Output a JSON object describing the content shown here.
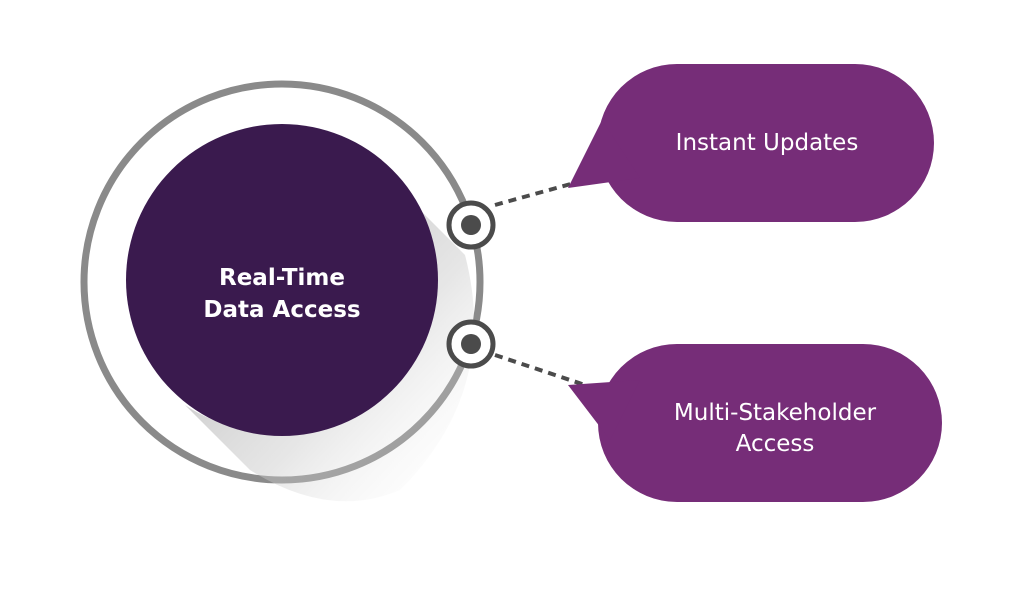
{
  "center": {
    "line1": "Real-Time",
    "line2": "Data Access"
  },
  "bubbles": [
    {
      "label": "Instant Updates"
    },
    {
      "label_line1": "Multi-Stakeholder",
      "label_line2": "Access"
    }
  ],
  "colors": {
    "core": "#3a1a4e",
    "bubble": "#762d78",
    "ring": "#8a8a8a",
    "connector": "#4b4b4b"
  }
}
